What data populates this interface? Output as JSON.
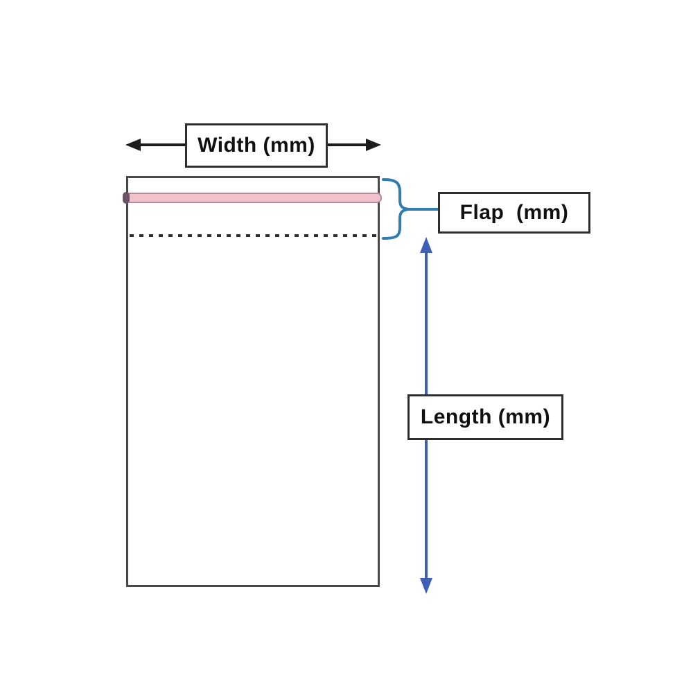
{
  "diagram": {
    "title": "bag-dimension-diagram",
    "labels": {
      "width": "Width (mm)",
      "flap": "Flap  (mm)",
      "length": "Length (mm)"
    },
    "icons": {
      "width_arrows": "horizontal-double-arrow",
      "length_arrow": "vertical-double-arrow",
      "flap_brace": "right-curly-brace"
    },
    "colors": {
      "background": "#ffffff",
      "bag-border": "#484848",
      "strip-fill": "#f2c2cd",
      "strip-border": "#b18d9c",
      "strip-cap": "#6d5362",
      "dotted-line": "#2e2e2e",
      "arrow-black": "#1c1c1c",
      "brace-blue": "#2f7cad",
      "arrow-blue": "#3f5eb5",
      "box-border": "#2e2e2e",
      "label-text": "#101010"
    }
  }
}
